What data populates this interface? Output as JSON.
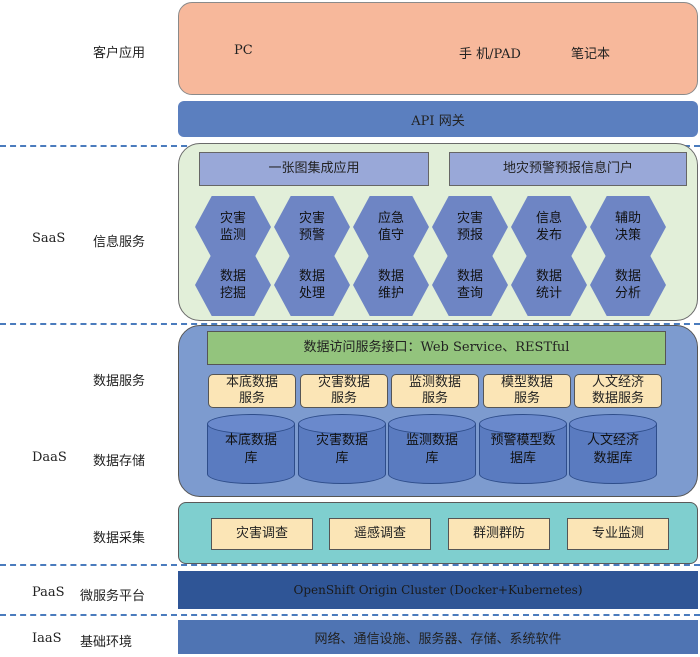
{
  "side_labels": {
    "client_app": "客户应用",
    "saas": "SaaS",
    "info_service": "信息服务",
    "data_service": "数据服务",
    "daas": "DaaS",
    "data_storage": "数据存储",
    "data_collection": "数据采集",
    "paas": "PaaS",
    "microservice_platform": "微服务平台",
    "iaas": "IaaS",
    "infrastructure": "基础环境"
  },
  "client": {
    "pc": "PC",
    "mobile": "手 机/PAD",
    "laptop": "笔记本"
  },
  "api_gateway": "API 网关",
  "saas_panel": {
    "one_map": "一张图集成应用",
    "portal": "地灾预警预报信息门户",
    "hex_row1": [
      "灾害\n监测",
      "灾害\n预警",
      "应急\n值守",
      "灾害\n预报",
      "信息\n发布",
      "辅助\n决策"
    ],
    "hex_row2": [
      "数据\n挖掘",
      "数据\n处理",
      "数据\n维护",
      "数据\n查询",
      "数据\n统计",
      "数据\n分析"
    ]
  },
  "daas_panel": {
    "interface": "数据访问服务接口：Web Service、RESTful",
    "services": [
      "本底数据\n服务",
      "灾害数据\n服务",
      "监测数据\n服务",
      "模型数据\n服务",
      "人文经济\n数据服务"
    ],
    "databases": [
      "本底数据\n库",
      "灾害数据\n库",
      "监测数据\n库",
      "预警模型数\n据库",
      "人文经济\n数据库"
    ]
  },
  "collection": [
    "灾害调查",
    "遥感调查",
    "群测群防",
    "专业监测"
  ],
  "paas_bar": "OpenShift Origin Cluster (Docker+Kubernetes)",
  "iaas_bar": "网络、通信设施、服务器、存储、系统软件",
  "colors": {
    "client_bg": "#f7b89b",
    "api_bg": "#5b7fbf",
    "saas_bg": "#e2efd9",
    "hex": "#6e85c4",
    "daas_bg": "#7d9bcf",
    "interface_bg": "#93c47d",
    "service_bg": "#fbe5b6",
    "collection_bg": "#7fcfcf",
    "paas_bg": "#2f5596",
    "iaas_bg": "#4f74b3",
    "dash": "#4a7bbd"
  }
}
